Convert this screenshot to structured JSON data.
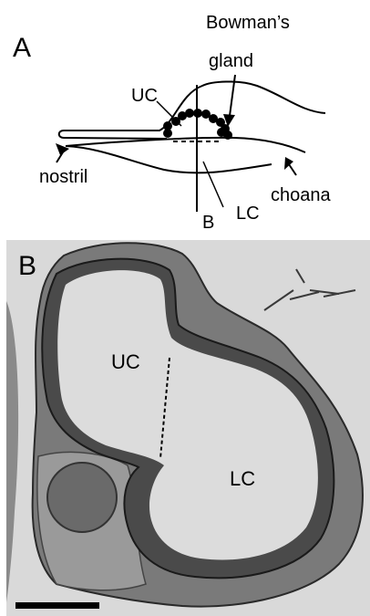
{
  "panel_a": {
    "letter": "A",
    "labels": {
      "bowmans_gland": [
        "Bowman’s",
        "gland"
      ],
      "uc": "UC",
      "nostril": "nostril",
      "b": "B",
      "lc": "LC",
      "choana": "choana"
    }
  },
  "panel_b": {
    "letter": "B",
    "labels": {
      "uc": "UC",
      "lc": "LC"
    }
  },
  "colors": {
    "ink": "#000000",
    "micrograph_background": "#d9d9d9",
    "lumen": "#dcdcdc",
    "epithelium": "#4a4a4a",
    "tissue": "#7a7a7a"
  }
}
